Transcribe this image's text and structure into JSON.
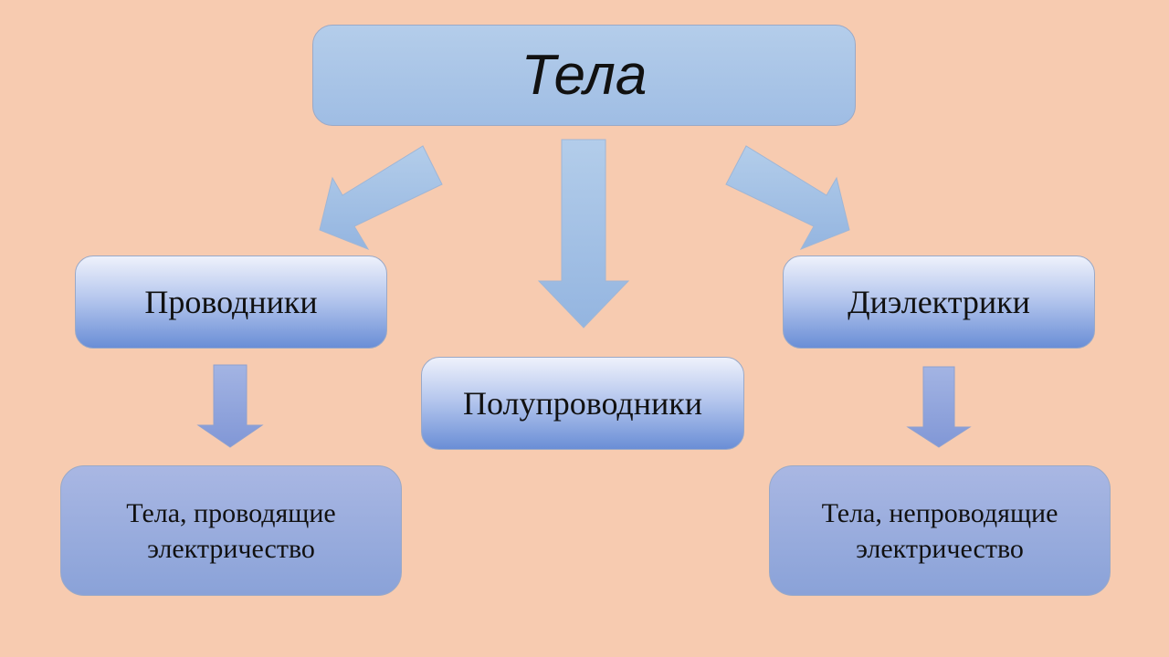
{
  "diagram": {
    "root": {
      "label": "Тела"
    },
    "categories": [
      {
        "id": "conductors",
        "label": "Проводники"
      },
      {
        "id": "semiconductors",
        "label": "Полупроводники"
      },
      {
        "id": "dielectrics",
        "label": "Диэлектрики"
      }
    ],
    "descriptions": [
      {
        "id": "conductors-desc",
        "label": "Тела, проводящие\nэлектричество"
      },
      {
        "id": "dielectrics-desc",
        "label": "Тела, непроводящие\nэлектричество"
      }
    ],
    "edges": [
      {
        "from": "root",
        "to": "conductors"
      },
      {
        "from": "root",
        "to": "semiconductors"
      },
      {
        "from": "root",
        "to": "dielectrics"
      },
      {
        "from": "conductors",
        "to": "conductors-desc"
      },
      {
        "from": "dielectrics",
        "to": "dielectrics-desc"
      }
    ],
    "colors": {
      "background": "#f7cbb0",
      "root_fill": "#a8c5e8",
      "category_fill": "#7d9ddd",
      "description_fill": "#9aaee0",
      "arrow_fill": "#9dbde4",
      "small_arrow_fill": "#8ea3dc"
    }
  }
}
